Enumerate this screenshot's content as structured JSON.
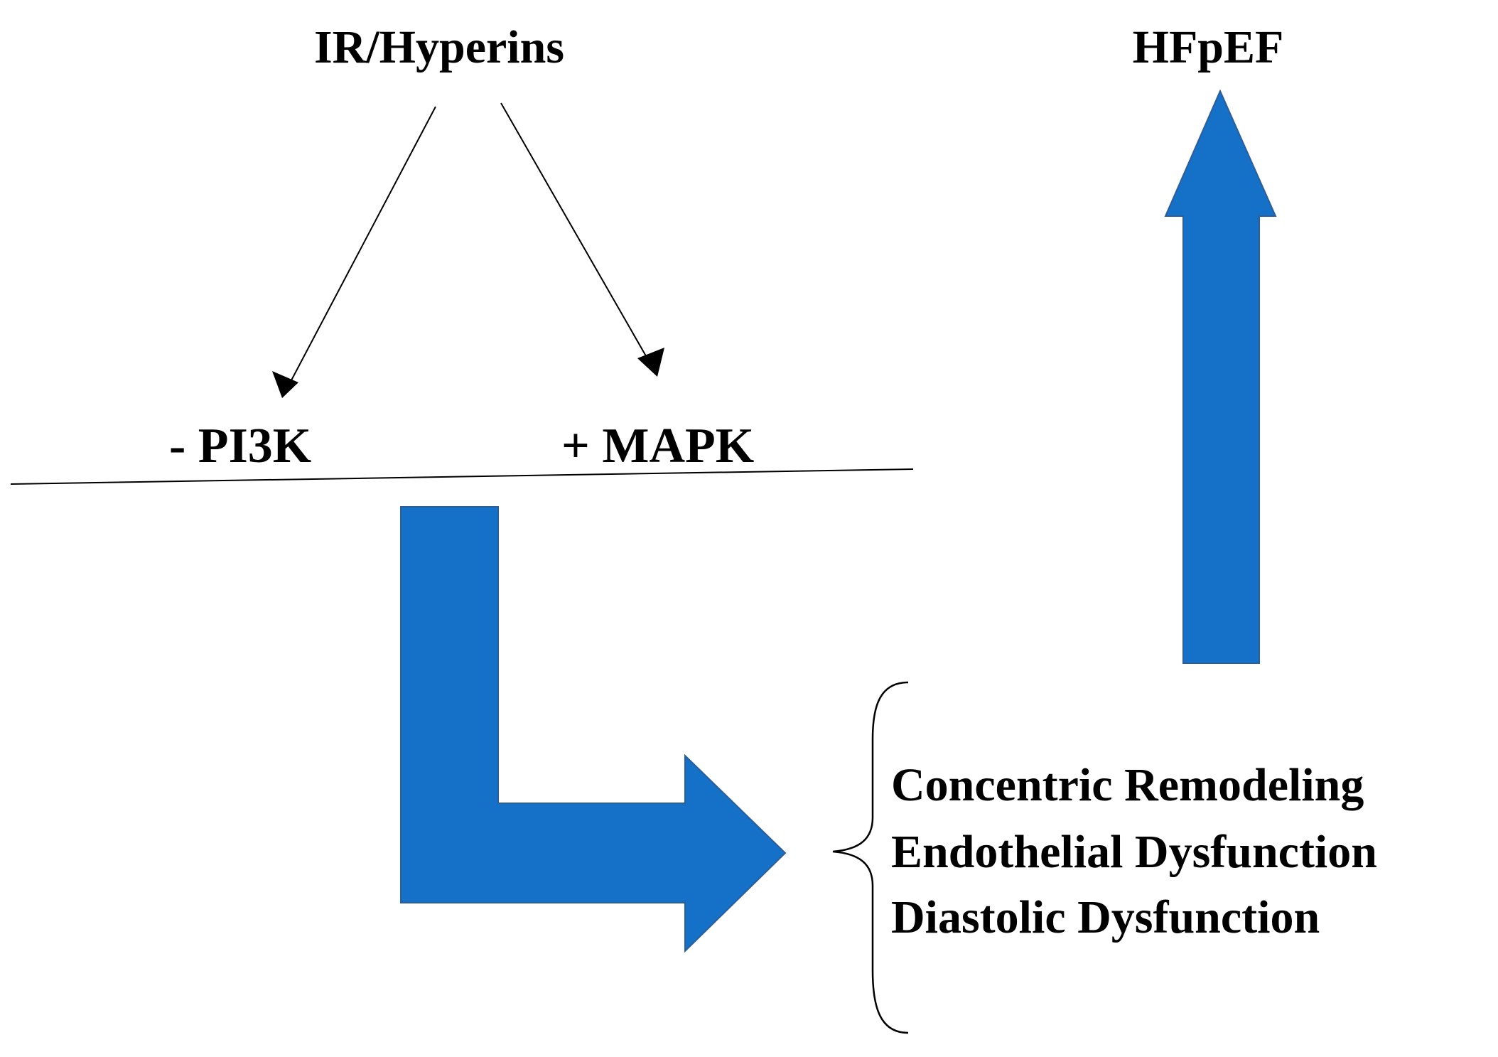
{
  "nodes": {
    "top_label": "IR/Hyperins",
    "right_label": "HFpEF",
    "left_branch": "- PI3K",
    "right_branch": "+ MAPK"
  },
  "outcomes": [
    "Concentric Remodeling",
    "Endothelial Dysfunction",
    "Diastolic Dysfunction"
  ],
  "colors": {
    "arrow_fill": "#1570C8",
    "arrow_stroke": "#2B5E9A",
    "line": "#000000"
  }
}
